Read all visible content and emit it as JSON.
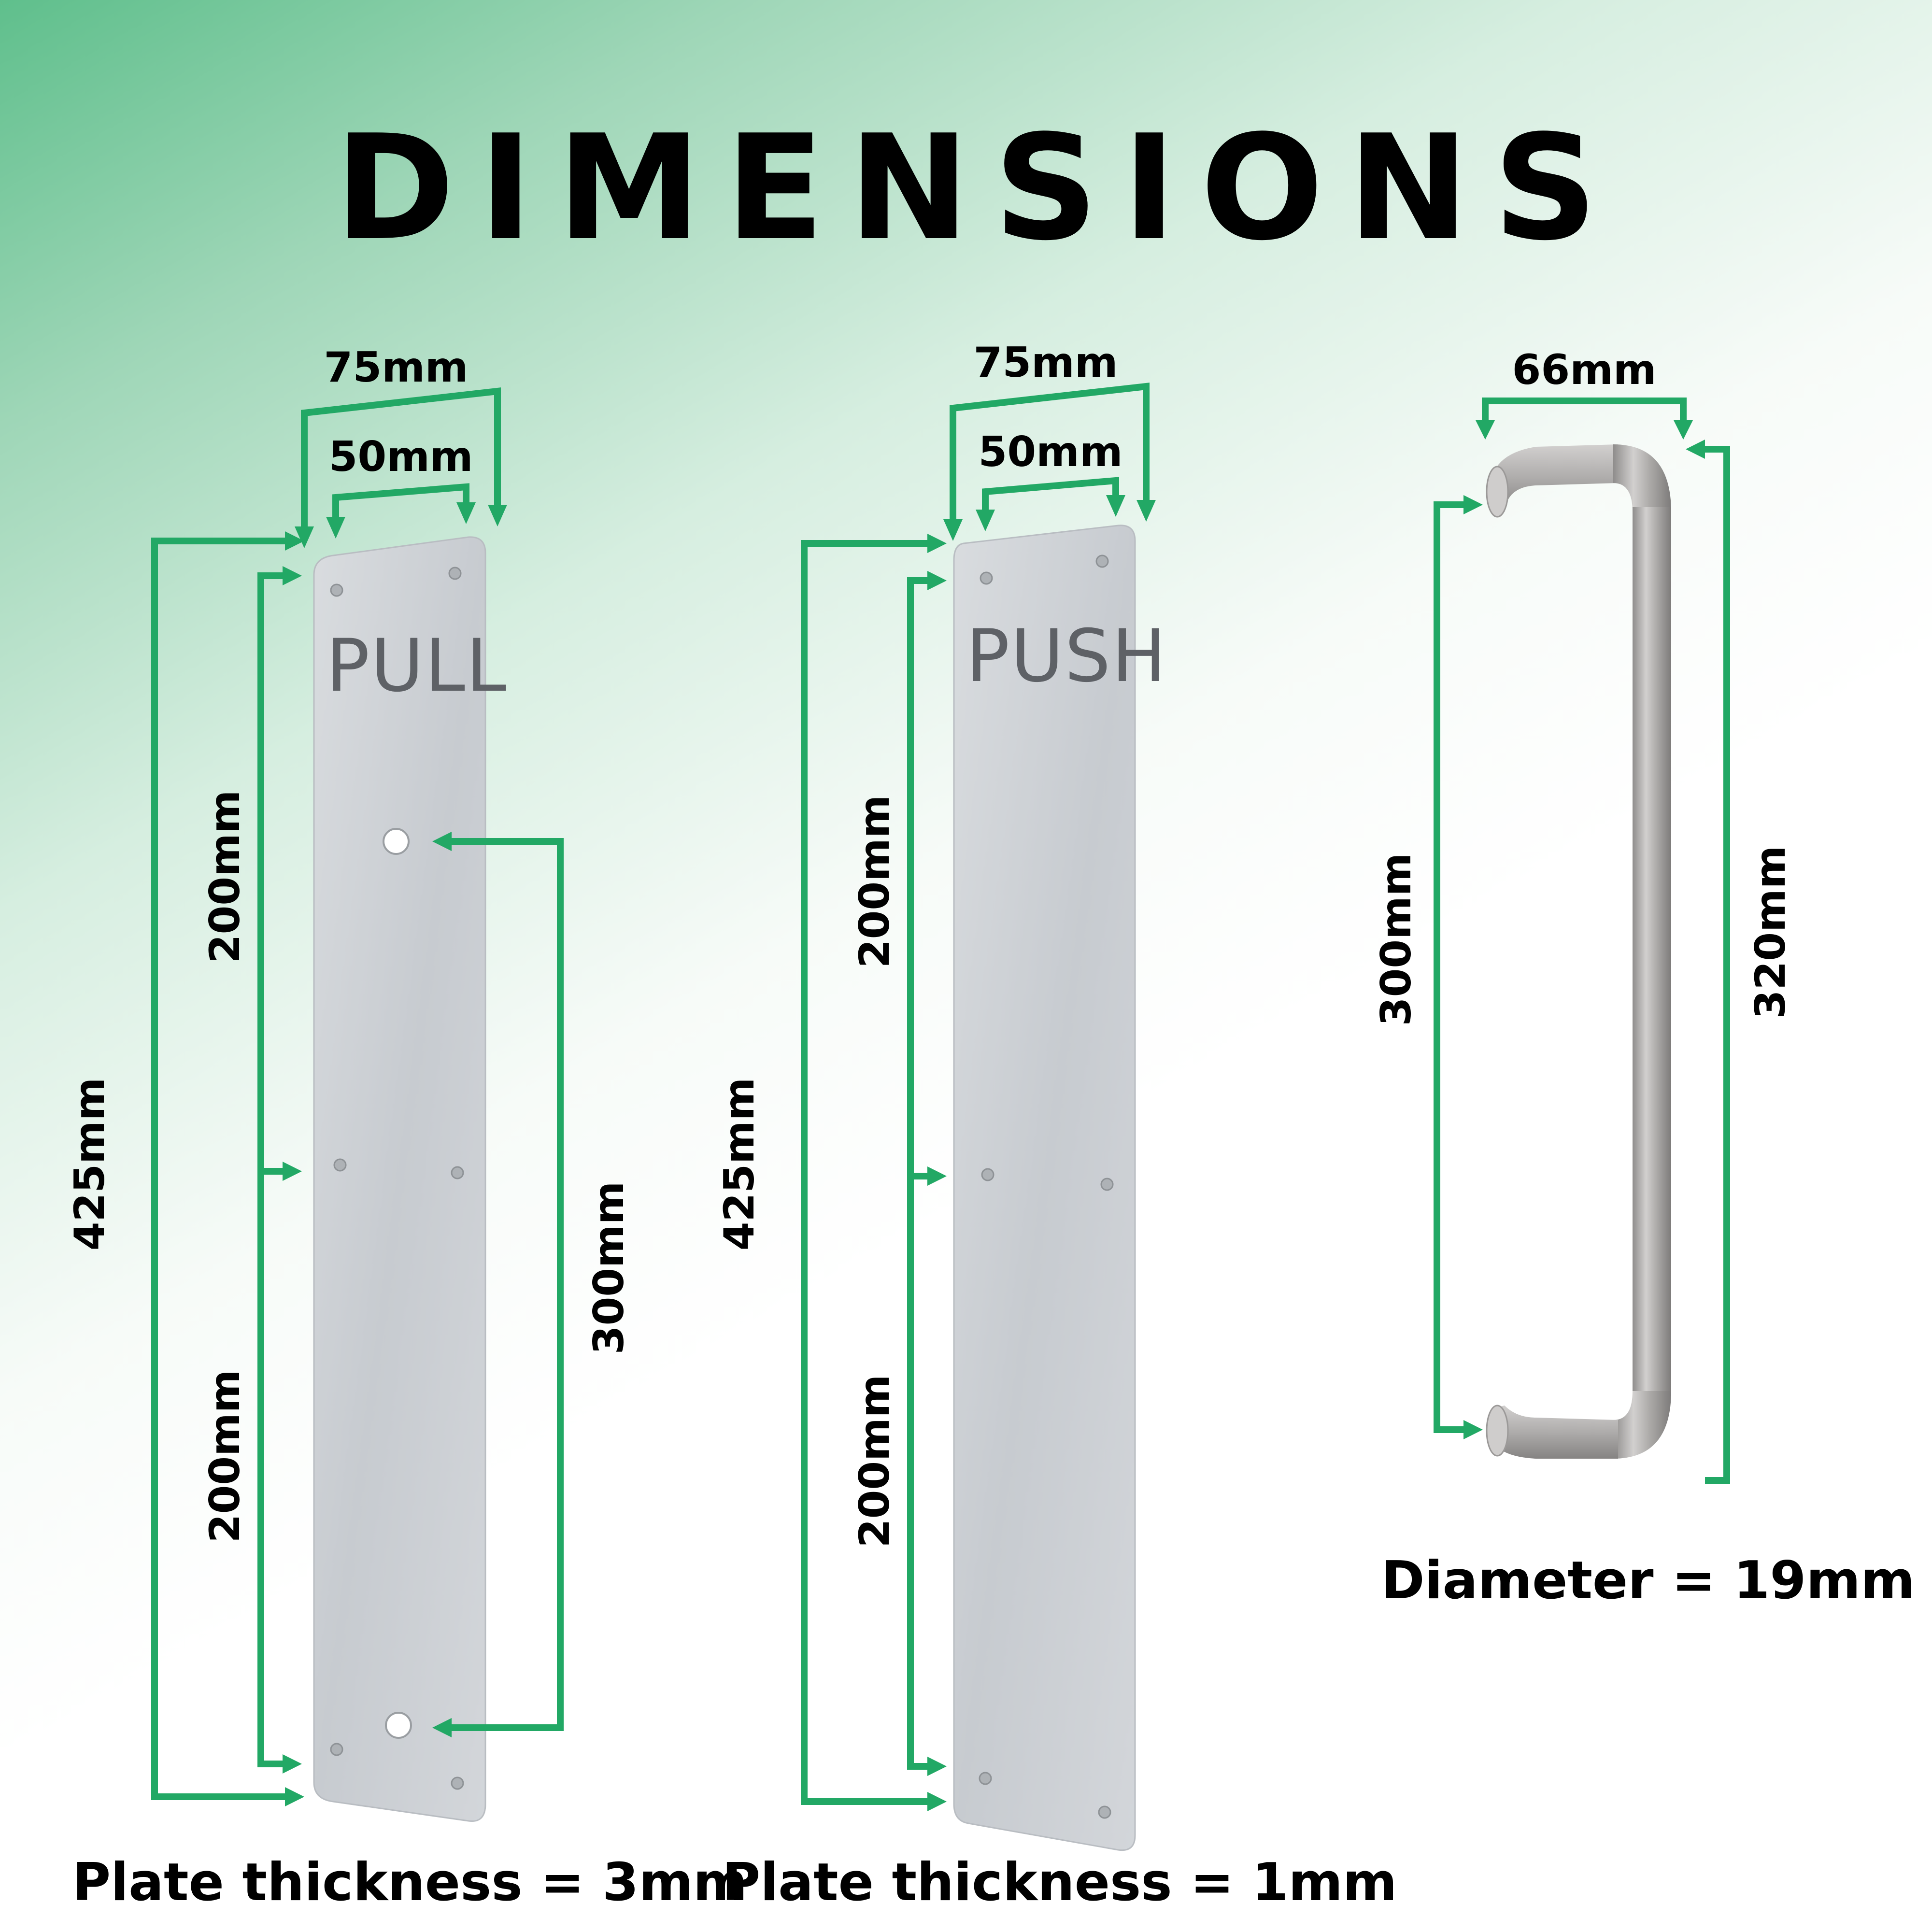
{
  "title": "DIMENSIONS",
  "pull_plate": {
    "word": "PULL",
    "width_outer": "75mm",
    "width_inner": "50mm",
    "height_total": "425mm",
    "height_upper": "200mm",
    "height_lower": "200mm",
    "hole_spacing": "300mm",
    "caption": "Plate thickness = 3mm"
  },
  "push_plate": {
    "word": "PUSH",
    "width_outer": "75mm",
    "width_inner": "50mm",
    "height_total": "425mm",
    "height_upper": "200mm",
    "height_lower": "200mm",
    "caption": "Plate thickness = 1mm"
  },
  "pull_handle": {
    "depth": "66mm",
    "centres": "300mm",
    "length": "320mm",
    "caption": "Diameter = 19mm"
  },
  "colors": {
    "accent": "#22a865",
    "plate": "#c9cdd2",
    "handle": "#a7a6a6"
  }
}
